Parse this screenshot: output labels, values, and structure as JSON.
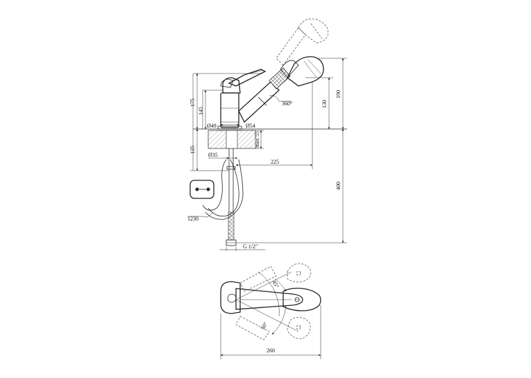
{
  "side_view": {
    "dimensions": {
      "d175": "175",
      "d145": "145",
      "d190": "190",
      "d130": "130",
      "d135": "135",
      "d400": "400",
      "d225": "225",
      "swivel": "360°",
      "dia49": "Ø49",
      "dia54": "Ø54",
      "dia35": "Ø35",
      "max55": "max 55",
      "hose": "1230",
      "thread": "G 1/2\""
    }
  },
  "top_view": {
    "dimensions": {
      "angle_upper": "45°",
      "angle_lower": "50°",
      "width": "260"
    }
  }
}
